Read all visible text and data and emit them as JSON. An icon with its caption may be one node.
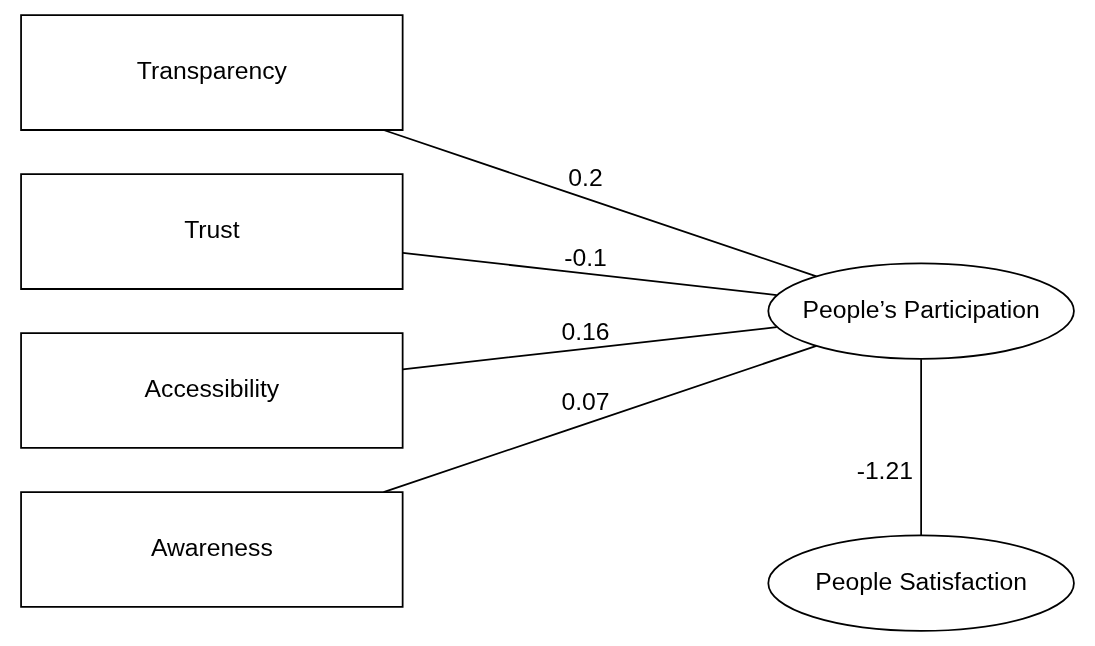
{
  "diagram": {
    "nodes": [
      {
        "text": [
          "Transparency"
        ]
      },
      {
        "text": [
          "Trust"
        ]
      },
      {
        "text": [
          "Accessibility"
        ]
      },
      {
        "text": [
          "Awareness"
        ]
      },
      {
        "text": [
          "People’s Participation"
        ]
      },
      {
        "text": [
          "People Satisfaction"
        ]
      }
    ],
    "edges": [
      {
        "from": 0,
        "to": 4,
        "arrow": "none",
        "label": "0.2"
      },
      {
        "from": 1,
        "to": 4,
        "arrow": "none",
        "label": "-0.1"
      },
      {
        "from": 2,
        "to": 4,
        "arrow": "none",
        "label": "0.16"
      },
      {
        "from": 3,
        "to": 4,
        "arrow": "none",
        "label": "0.07"
      },
      {
        "from": 4,
        "to": 5,
        "arrow": "none",
        "label": "-1.21"
      }
    ]
  }
}
